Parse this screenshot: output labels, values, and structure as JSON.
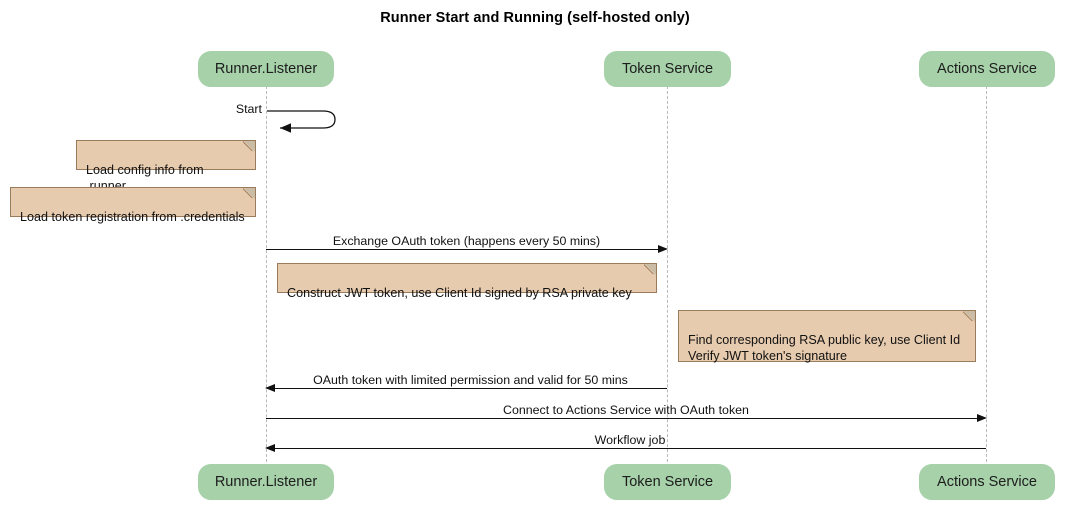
{
  "title": "Runner Start and Running (self-hosted only)",
  "colors": {
    "participant_fill": "#a6d1a9",
    "note_fill": "#e7cbae",
    "note_border": "#9a7c5c",
    "lifeline": "#b9b9b9",
    "line": "#111111",
    "background": "#ffffff"
  },
  "participants": [
    {
      "id": "runner",
      "label": "Runner.Listener"
    },
    {
      "id": "token",
      "label": "Token Service"
    },
    {
      "id": "actions",
      "label": "Actions Service"
    }
  ],
  "participants_bottom": [
    {
      "id": "runner",
      "label": "Runner.Listener"
    },
    {
      "id": "token",
      "label": "Token Service"
    },
    {
      "id": "actions",
      "label": "Actions Service"
    }
  ],
  "messages": [
    {
      "id": "start",
      "label": "Start",
      "kind": "self",
      "from": "runner",
      "to": "runner"
    },
    {
      "id": "exchange-oauth-token",
      "label": "Exchange OAuth token (happens every 50 mins)",
      "kind": "sync",
      "direction": "right",
      "from": "runner",
      "to": "token"
    },
    {
      "id": "oauth-token-reply",
      "label": "OAuth token with limited permission and valid for 50 mins",
      "kind": "sync",
      "direction": "left",
      "from": "token",
      "to": "runner"
    },
    {
      "id": "connect-to-actions-service",
      "label": "Connect to Actions Service with OAuth token",
      "kind": "sync",
      "direction": "right",
      "from": "runner",
      "to": "actions"
    },
    {
      "id": "workflow-job",
      "label": "Workflow job",
      "kind": "sync",
      "direction": "left",
      "from": "actions",
      "to": "runner"
    }
  ],
  "notes": [
    {
      "id": "load-config",
      "text": "Load config info from .runner",
      "attached_to": "runner"
    },
    {
      "id": "load-token-registration",
      "text": "Load token registration from .credentials",
      "attached_to": "runner"
    },
    {
      "id": "construct-jwt",
      "text": "Construct JWT token, use Client Id signed by RSA private key",
      "attached_to": "runner"
    },
    {
      "id": "verify-jwt",
      "text": "Find corresponding RSA public key, use Client Id\nVerify JWT token's signature",
      "attached_to": "token"
    }
  ]
}
